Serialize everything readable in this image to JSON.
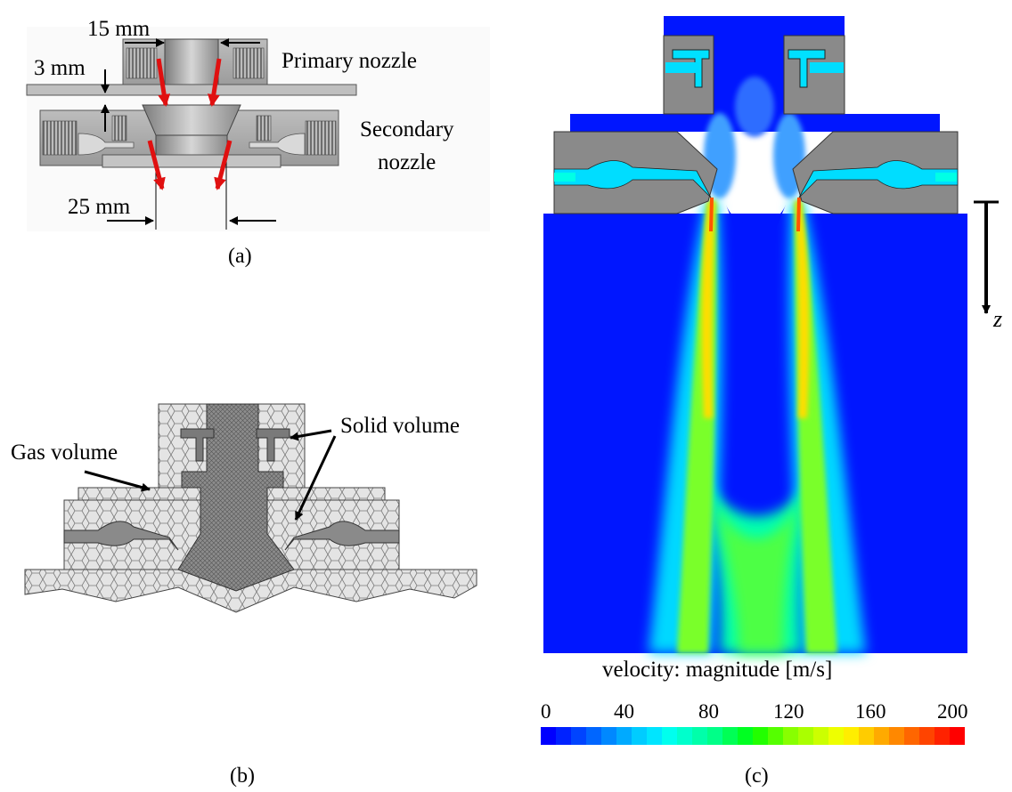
{
  "panel_a": {
    "caption": "(a)",
    "labels": {
      "primary_nozzle": "Primary nozzle",
      "secondary_line1": "Secondary",
      "secondary_line2": "nozzle",
      "dim_15mm": "15 mm",
      "dim_3mm": "3 mm",
      "dim_25mm": "25 mm"
    }
  },
  "panel_b": {
    "caption": "(b)",
    "labels": {
      "gas_volume": "Gas volume",
      "solid_volume": "Solid volume"
    }
  },
  "panel_c": {
    "caption": "(c)",
    "axis_label": "z",
    "colorbar": {
      "title": "velocity: magnitude [m/s]",
      "min": 0,
      "max": 200,
      "ticks": [
        "0",
        "40",
        "80",
        "120",
        "160",
        "200"
      ],
      "colors": [
        "#0000ff",
        "#0022ff",
        "#0044ff",
        "#0066ff",
        "#0088ff",
        "#00aaff",
        "#00ccff",
        "#00e5ff",
        "#00ffee",
        "#00ffcc",
        "#00ffaa",
        "#00ff88",
        "#00ff55",
        "#00ff22",
        "#22ff00",
        "#55ff00",
        "#88ff00",
        "#aaff00",
        "#ccff00",
        "#eeff00",
        "#ffee00",
        "#ffcc00",
        "#ffaa00",
        "#ff8800",
        "#ff6600",
        "#ff4400",
        "#ff2200",
        "#ff0000"
      ]
    }
  }
}
